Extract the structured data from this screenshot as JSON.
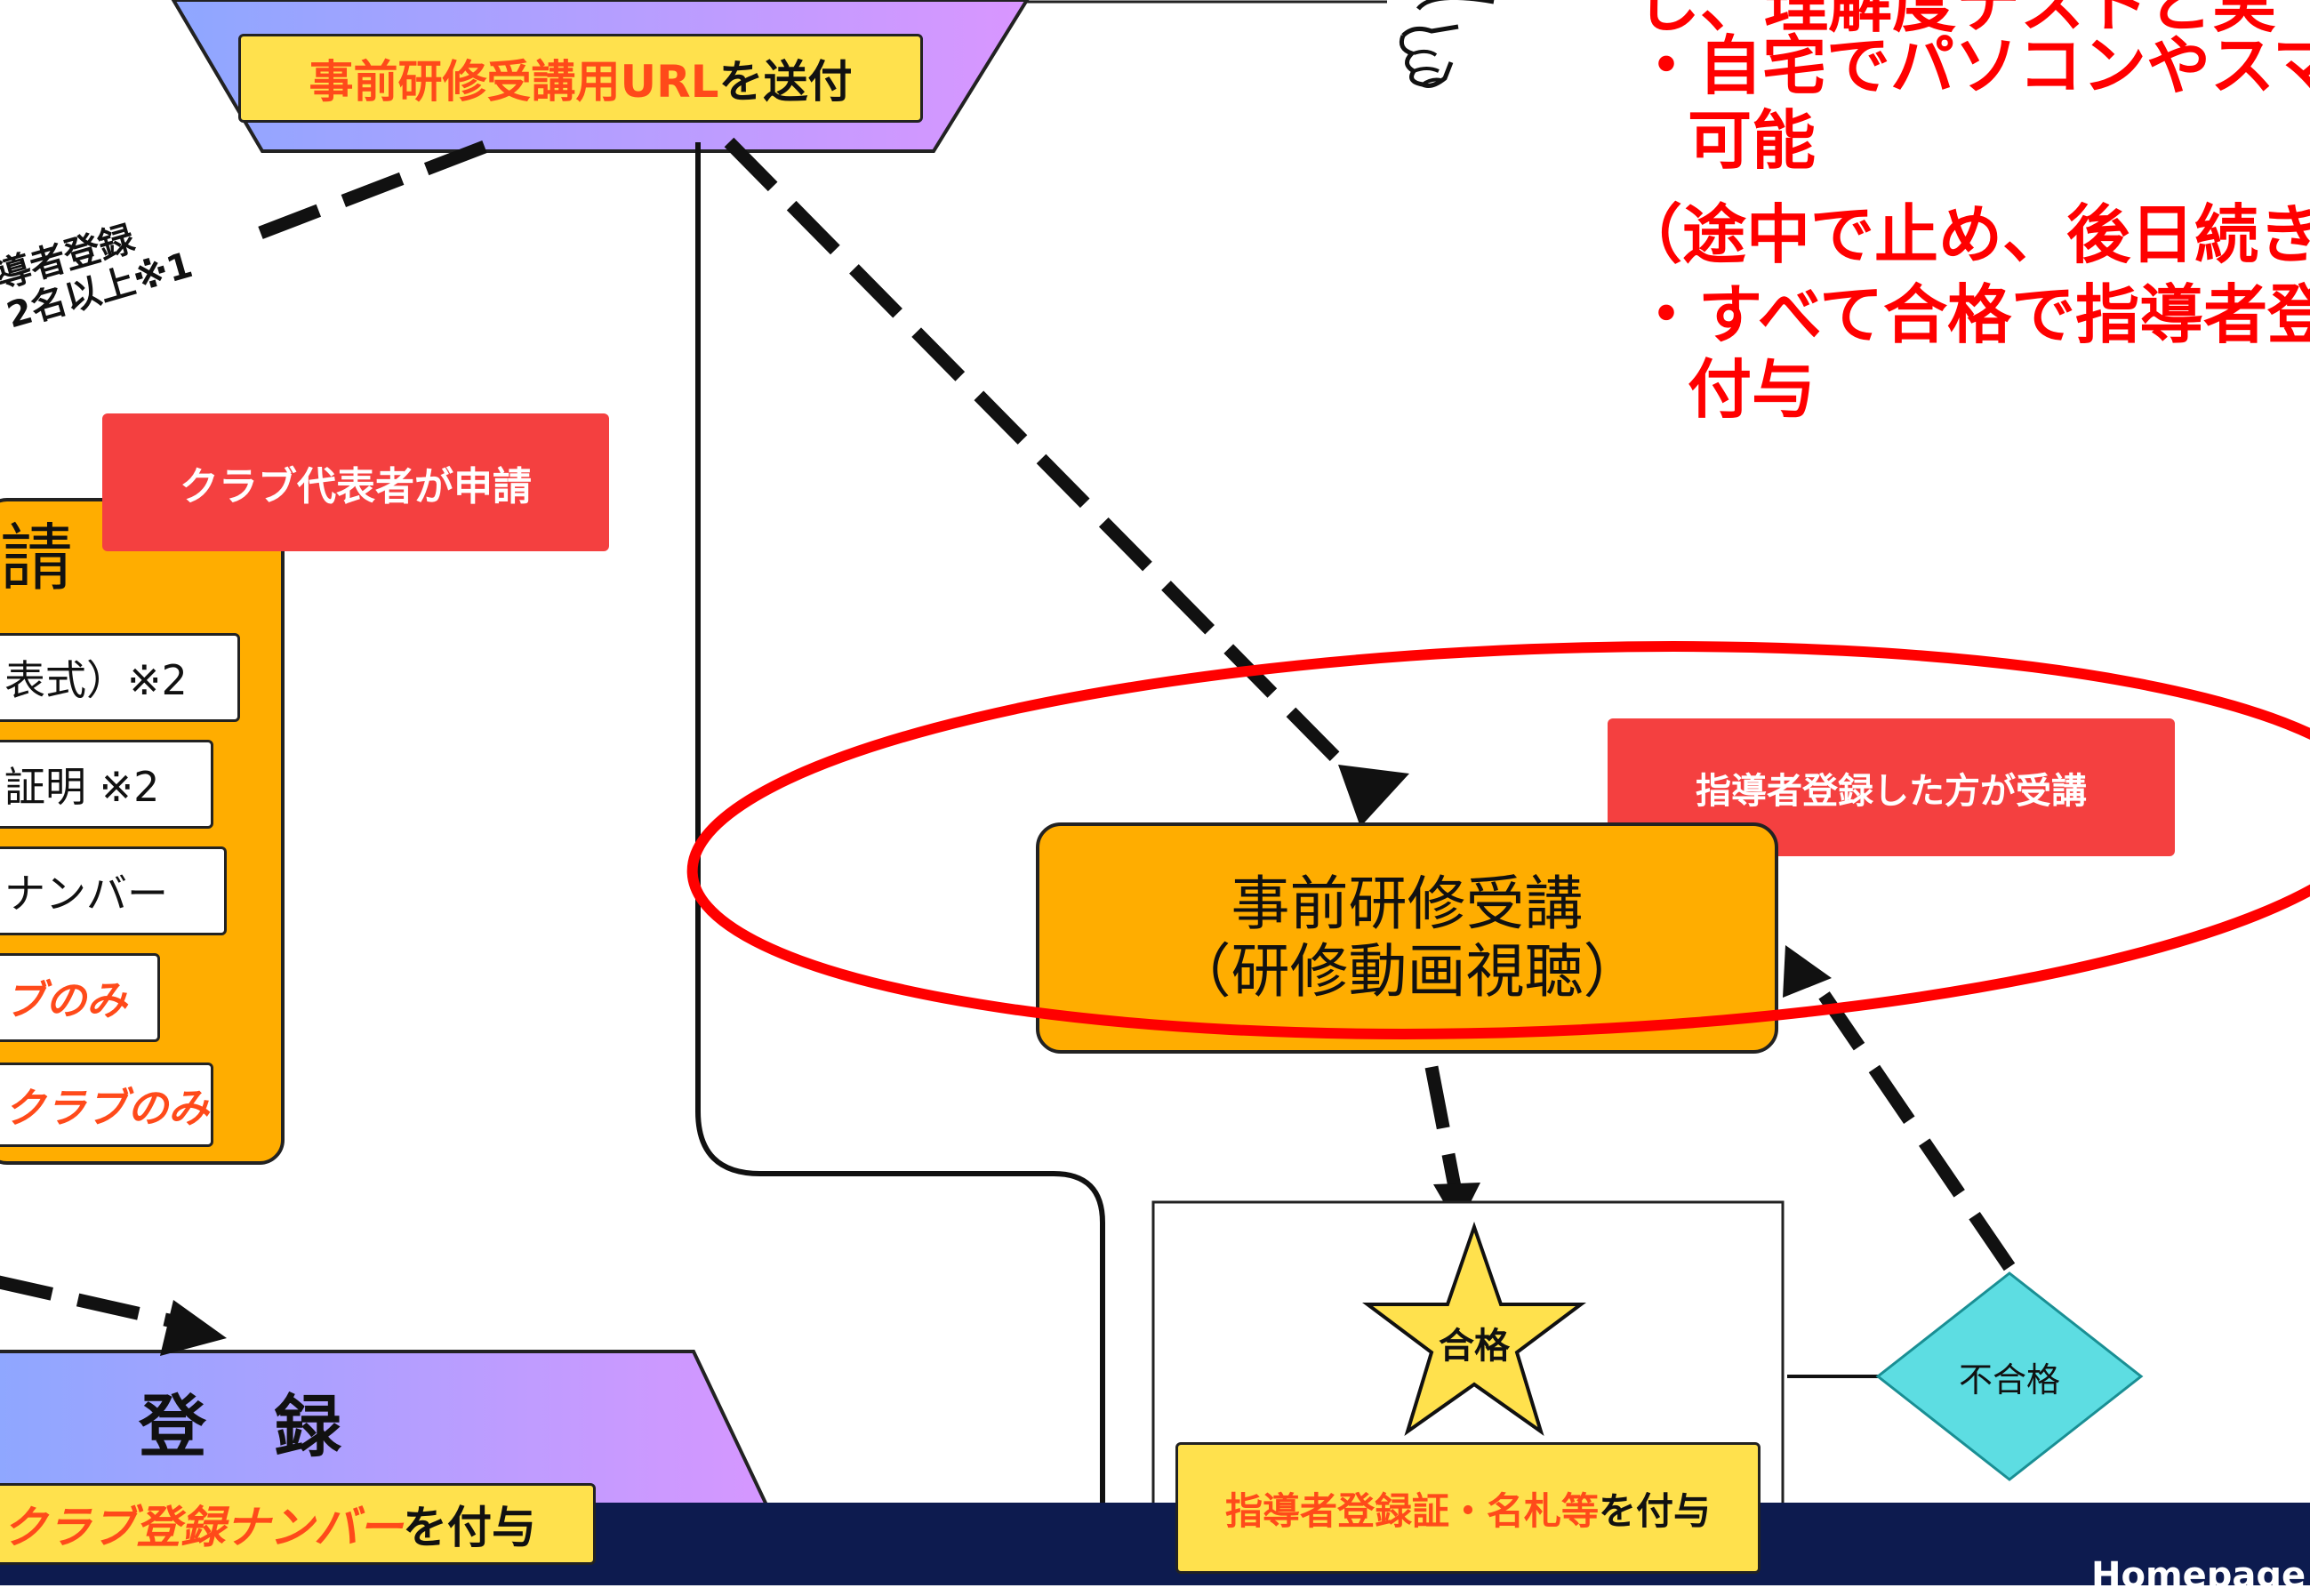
{
  "diagram": {
    "top_banner": {
      "label_highlight": "事前研修受講用URL",
      "label_suffix": "を送付"
    },
    "dashed_note": {
      "line1": "導者登録",
      "line2": "2名以上※1"
    },
    "club_tag": "クラブ代表者が申請",
    "application_box": {
      "title_fragment": "請",
      "items": [
        {
          "text": "表式）※2",
          "style": "normal"
        },
        {
          "text": "証明 ※2",
          "style": "normal"
        },
        {
          "text": "ナンバー",
          "style": "normal"
        },
        {
          "text": "ブのみ",
          "style": "red"
        },
        {
          "text": "クラブのみ",
          "style": "red"
        }
      ]
    },
    "notes": [
      "し、理解度テストと実",
      "・自宅でパソコンやスマ",
      "可能",
      "（途中で止め、後日続き",
      "・すべて合格で指導者登",
      "付与"
    ],
    "trainee_tag": "指導者登録した方が受講",
    "training_box": {
      "line1": "事前研修受講",
      "line2": "（研修動画視聴）"
    },
    "pass_star": "合格",
    "fail_diamond": "不合格",
    "award_box": {
      "highlight": "指導者登録証・名札等",
      "suffix": "を付与"
    },
    "registration": {
      "title": "登　録",
      "highlight": "クラブ登録ナンバー",
      "suffix": "を付与"
    },
    "footer": {
      "text": "Homepage"
    },
    "colors": {
      "orange": "#ffad00",
      "red_tag": "#f44040",
      "yellow": "#ffe14d",
      "diamond": "#5ddde2",
      "star": "#ffe14d",
      "footer": "#0d1b4f",
      "ellipse": "#ff0000",
      "note_text": "#ff0000"
    }
  }
}
